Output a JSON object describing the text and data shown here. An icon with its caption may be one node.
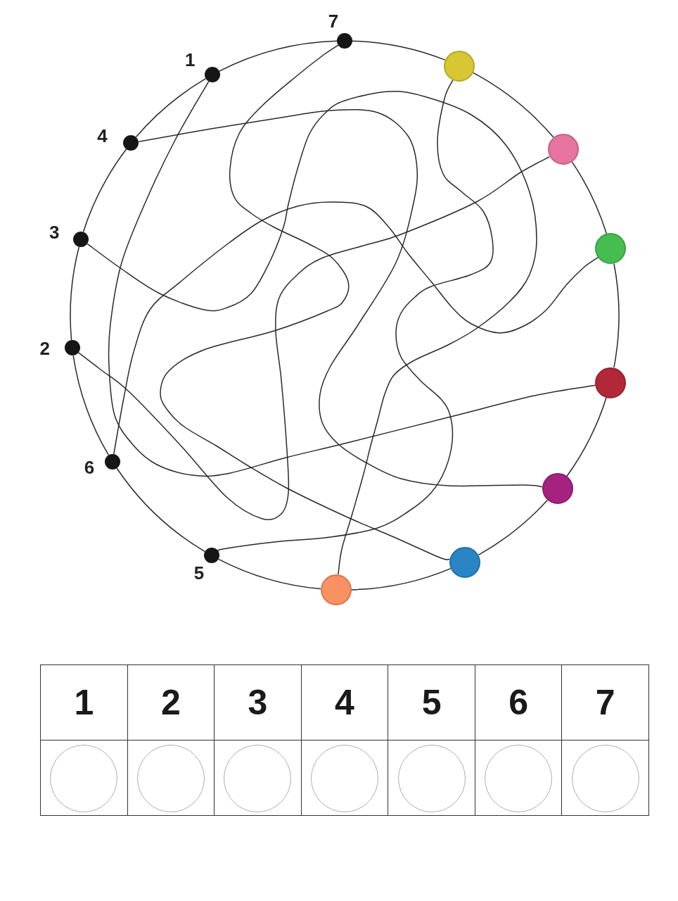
{
  "diagram": {
    "nodes": [
      {
        "text": [],
        "shape": "circle",
        "beside": [
          "1"
        ]
      },
      {
        "text": [],
        "shape": "circle",
        "beside": [
          "2"
        ]
      },
      {
        "text": [],
        "shape": "circle",
        "beside": [
          "3"
        ]
      },
      {
        "text": [],
        "shape": "circle",
        "beside": [
          "4"
        ]
      },
      {
        "text": [],
        "shape": "circle",
        "beside": [
          "5"
        ]
      },
      {
        "text": [],
        "shape": "circle",
        "beside": [
          "6"
        ]
      },
      {
        "text": [],
        "shape": "circle",
        "beside": [
          "7"
        ]
      },
      {
        "text": [],
        "shape": "circle"
      },
      {
        "text": [],
        "shape": "circle"
      },
      {
        "text": [],
        "shape": "circle"
      },
      {
        "text": [],
        "shape": "circle"
      },
      {
        "text": [],
        "shape": "circle"
      },
      {
        "text": [],
        "shape": "circle"
      },
      {
        "text": [],
        "shape": "circle"
      },
      {
        "text": [],
        "shape": "circle"
      },
      {
        "text": [],
        "shape": "circle"
      },
      {
        "text": [],
        "shape": "circle"
      },
      {
        "text": [],
        "shape": "circle"
      },
      {
        "text": [],
        "shape": "circle"
      },
      {
        "text": [],
        "shape": "circle"
      },
      {
        "text": [],
        "shape": "circle"
      }
    ],
    "edges": [
      {
        "from": 0,
        "to": 10,
        "arrow": "none"
      },
      {
        "from": 1,
        "to": 8,
        "arrow": "none"
      },
      {
        "from": 2,
        "to": 13,
        "arrow": "none"
      },
      {
        "from": 3,
        "to": 11,
        "arrow": "none"
      },
      {
        "from": 4,
        "to": 7,
        "arrow": "none"
      },
      {
        "from": 5,
        "to": 9,
        "arrow": "none"
      },
      {
        "from": 6,
        "to": 12,
        "arrow": "none"
      },
      {
        "from": 6,
        "to": 7,
        "arrow": "none"
      },
      {
        "from": 7,
        "to": 8,
        "arrow": "none"
      },
      {
        "from": 8,
        "to": 9,
        "arrow": "none"
      },
      {
        "from": 9,
        "to": 10,
        "arrow": "none"
      },
      {
        "from": 10,
        "to": 11,
        "arrow": "none"
      },
      {
        "from": 11,
        "to": 12,
        "arrow": "none"
      },
      {
        "from": 12,
        "to": 13,
        "arrow": "none"
      },
      {
        "from": 13,
        "to": 4,
        "arrow": "none"
      },
      {
        "from": 4,
        "to": 5,
        "arrow": "none"
      },
      {
        "from": 5,
        "to": 1,
        "arrow": "none"
      },
      {
        "from": 1,
        "to": 2,
        "arrow": "none"
      },
      {
        "from": 2,
        "to": 3,
        "arrow": "none"
      },
      {
        "from": 3,
        "to": 0,
        "arrow": "none"
      },
      {
        "from": 0,
        "to": 6,
        "arrow": "none"
      }
    ],
    "labels": [
      "1",
      "2",
      "3",
      "4",
      "5",
      "6",
      "7"
    ]
  }
}
